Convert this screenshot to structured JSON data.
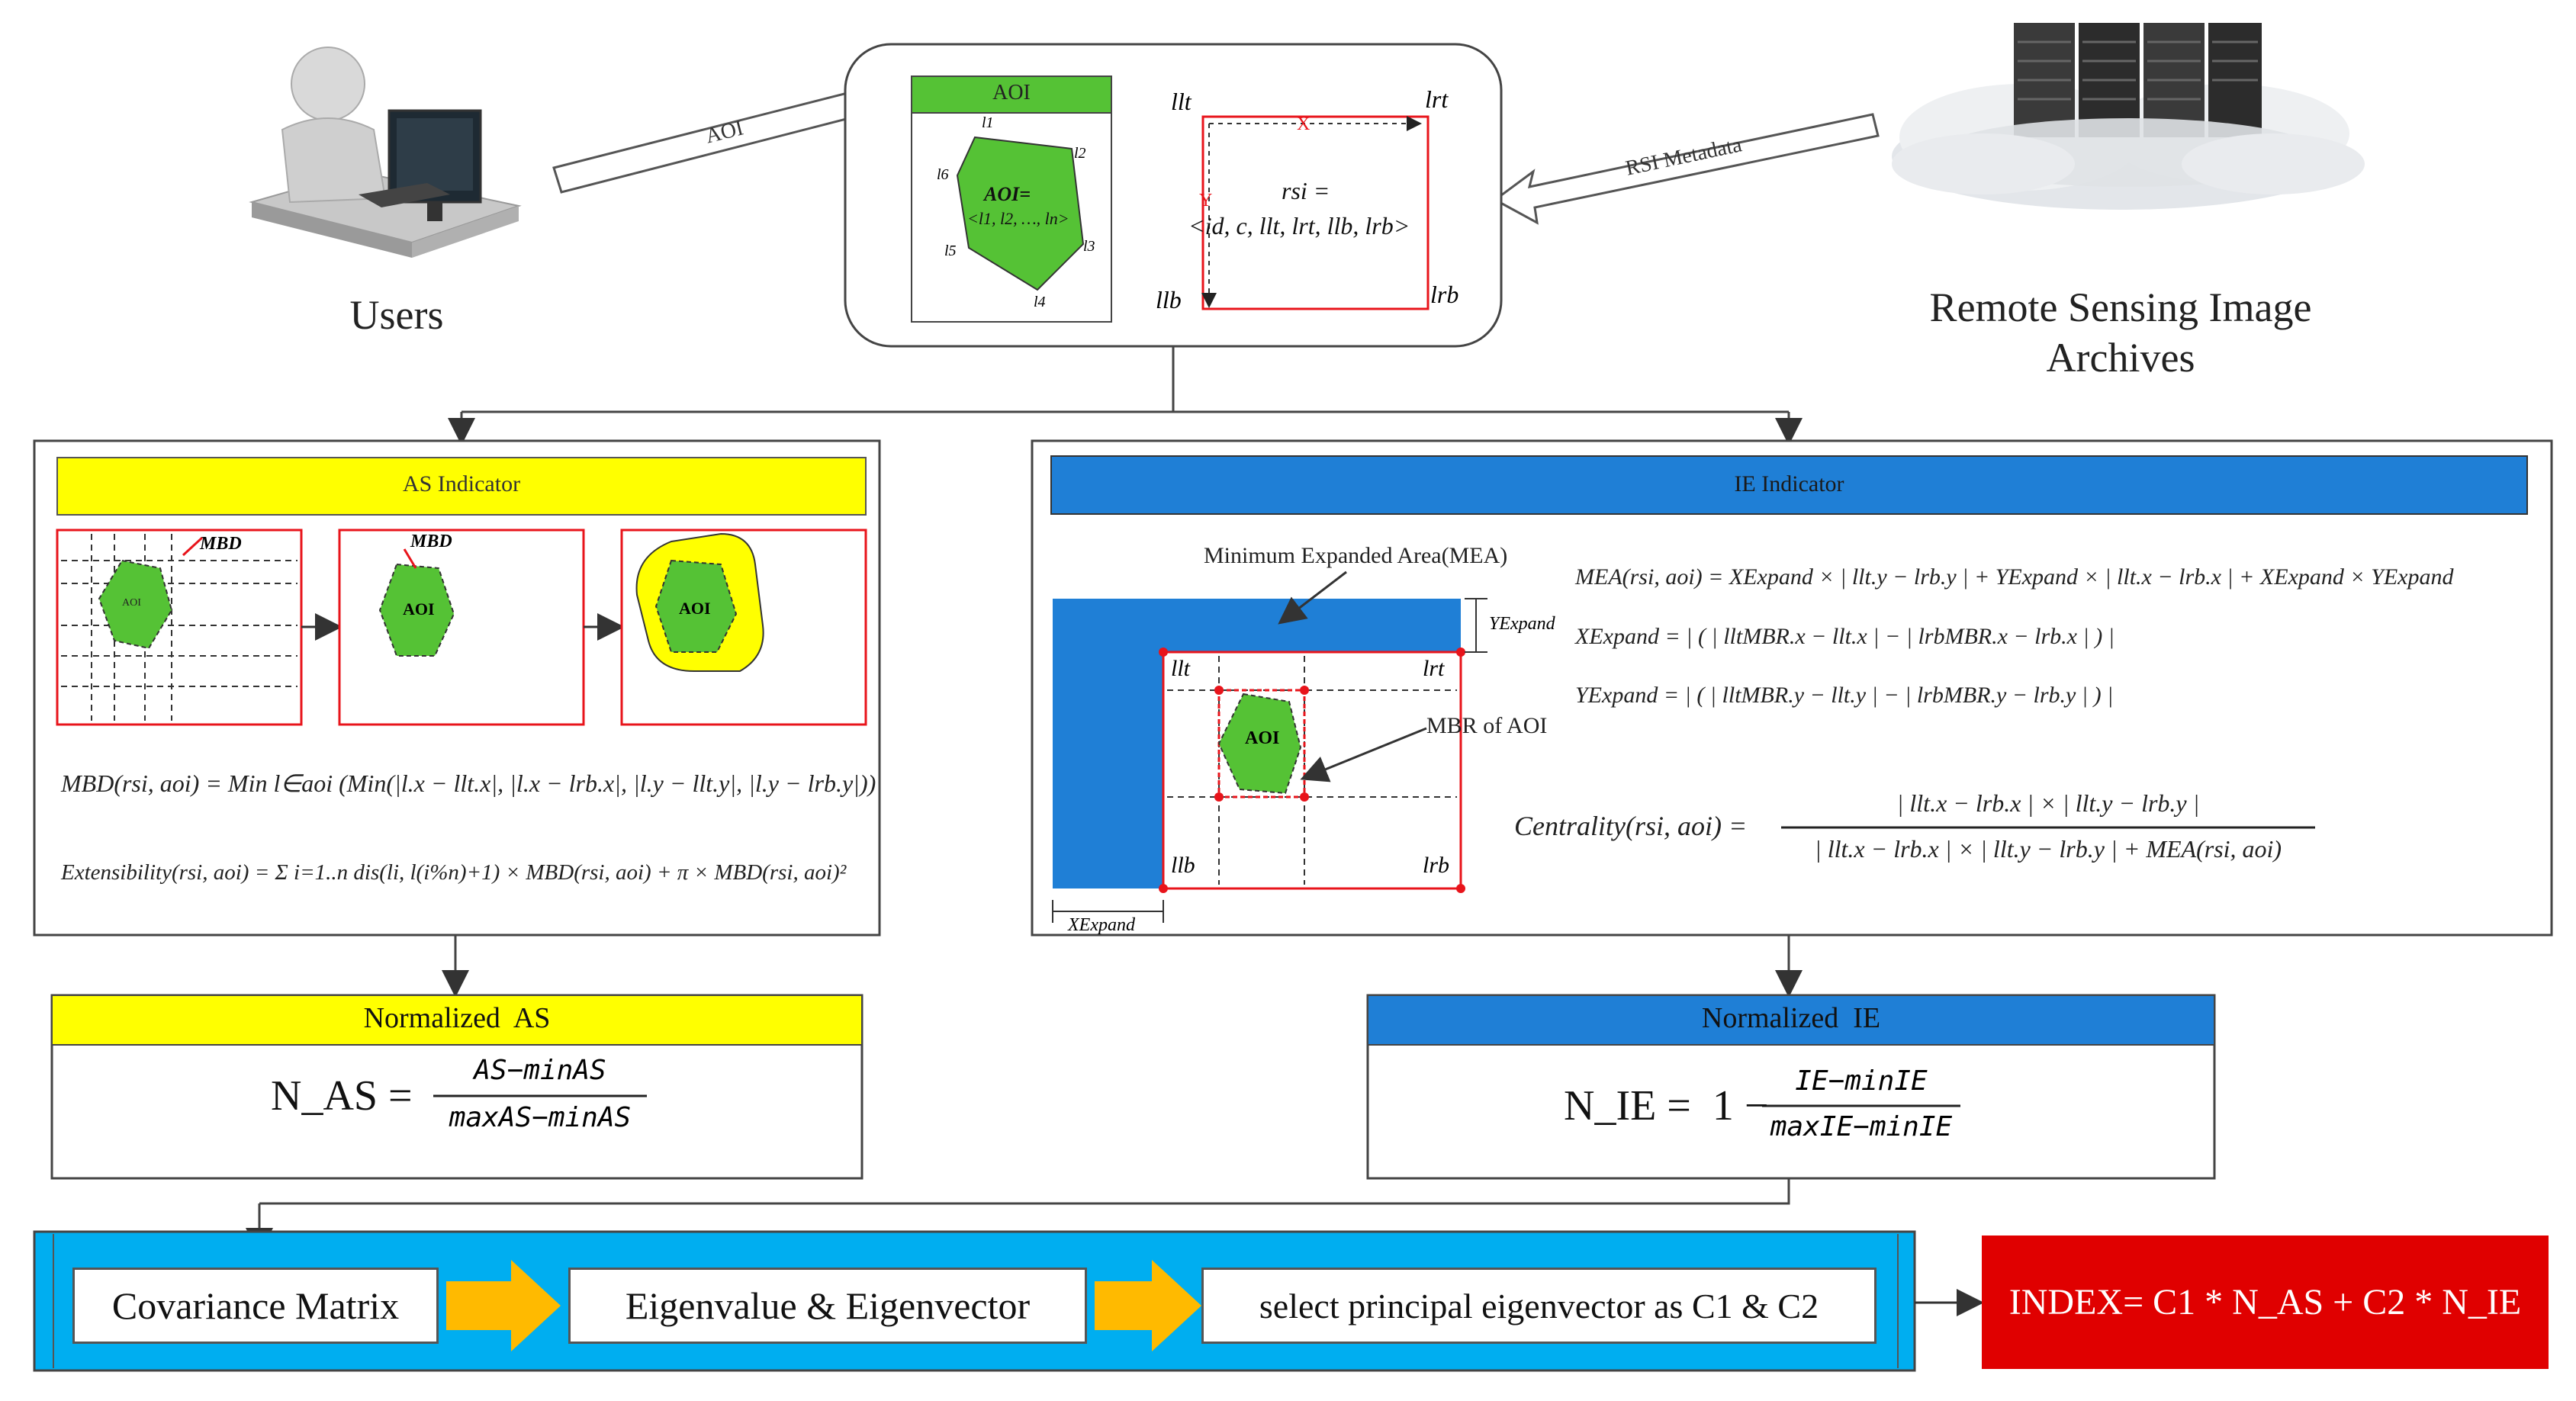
{
  "actors": {
    "users_label": "Users",
    "archive_label_line1": "Remote Sensing Image",
    "archive_label_line2": "Archives",
    "arrow_aoi_label": "AOI",
    "arrow_metadata_label": "RSI Metadata"
  },
  "top_panel": {
    "aoi_header": "AOI",
    "aoi_formula_line1": "AOI=",
    "aoi_formula_line2": "<l1, l2, …, ln>",
    "aoi_vertices": [
      "l1",
      "l2",
      "l3",
      "l4",
      "l5",
      "l6"
    ],
    "rsi_formula_line1": "rsi =",
    "rsi_formula_line2": "<id, c, llt, lrt, llb, lrb>",
    "corner_lt": "llt",
    "corner_rt": "lrt",
    "corner_lb": "llb",
    "corner_rb": "lrb",
    "axis_x": "X",
    "axis_y": "Y"
  },
  "as_panel": {
    "header": "AS Indicator",
    "mbd_tag": "MBD",
    "aoi_small": "AOI",
    "aoi_tag": "AOI",
    "formula_mbd": "MBD(rsi, aoi) = Min l∈aoi (Min(|l.x − llt.x|, |l.x − lrb.x|, |l.y − llt.y|, |l.y − lrb.y|))",
    "formula_ext": "Extensibility(rsi, aoi) = Σ i=1..n dis(li, l(i%n)+1) × MBD(rsi, aoi) + π × MBD(rsi, aoi)²"
  },
  "ie_panel": {
    "header": "IE Indicator",
    "mea_label": "Minimum Expanded Area(MEA)",
    "mbr_label": "MBR of AOI",
    "aoi_tag": "AOI",
    "y_expand": "YExpand",
    "x_expand": "XExpand",
    "corner_lt": "llt",
    "corner_rt": "lrt",
    "corner_lb": "llb",
    "corner_rb": "lrb",
    "formula_mea": "MEA(rsi, aoi) = XExpand × | llt.y − lrb.y | + YExpand × | llt.x − lrb.x | + XExpand × YExpand",
    "formula_x": "XExpand = | ( | lltMBR.x − llt.x | − | lrbMBR.x − lrb.x | ) |",
    "formula_y": "YExpand = | ( | lltMBR.y − llt.y | − | lrbMBR.y − lrb.y | ) |",
    "centrality_lhs": "Centrality(rsi, aoi) =",
    "centrality_num": "| llt.x − lrb.x | × | llt.y − lrb.y |",
    "centrality_den": "| llt.x − lrb.x | × | llt.y − lrb.y | + MEA(rsi, aoi)"
  },
  "normalized": {
    "as_header": "Normalized  AS",
    "as_lhs": "N_AS =",
    "as_num": "AS−minAS",
    "as_den": "maxAS−minAS",
    "ie_header": "Normalized  IE",
    "ie_lhs": "N_IE =  1 −",
    "ie_num": "IE−minIE",
    "ie_den": "maxIE−minIE"
  },
  "pipeline": {
    "step1": "Covariance Matrix",
    "step2": "Eigenvalue & Eigenvector",
    "step3": "select principal eigenvector as C1 & C2",
    "index": "INDEX= C1 * N_AS + C2 * N_IE"
  },
  "colors": {
    "yellow": "#ffff00",
    "blue": "#1f7fd6",
    "green": "#55c235",
    "red_box": "#e8141b",
    "pipeline_bg": "#00aef0",
    "arrow_orange": "#ffba00",
    "index_red": "#e00000"
  }
}
